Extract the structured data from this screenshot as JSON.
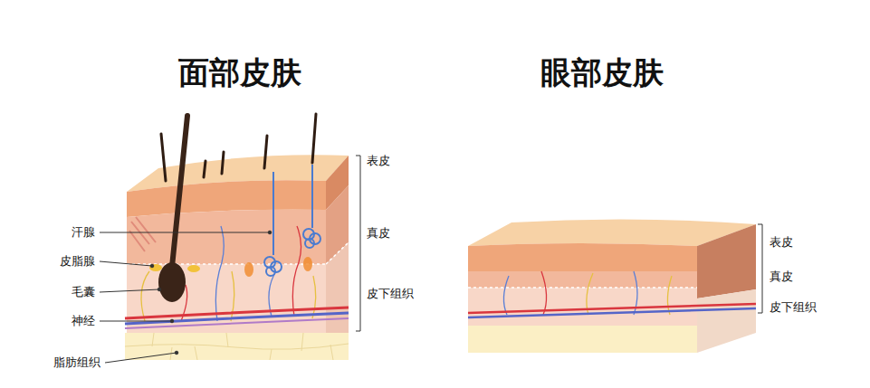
{
  "diagram": {
    "labels": [
      "面部皮肤",
      "眼部皮肤",
      "汗腺",
      "皮脂腺",
      "毛囊",
      "神经",
      "脂肪组织",
      "表皮",
      "真皮",
      "皮下组织",
      "表皮",
      "真皮",
      "皮下组织"
    ]
  }
}
